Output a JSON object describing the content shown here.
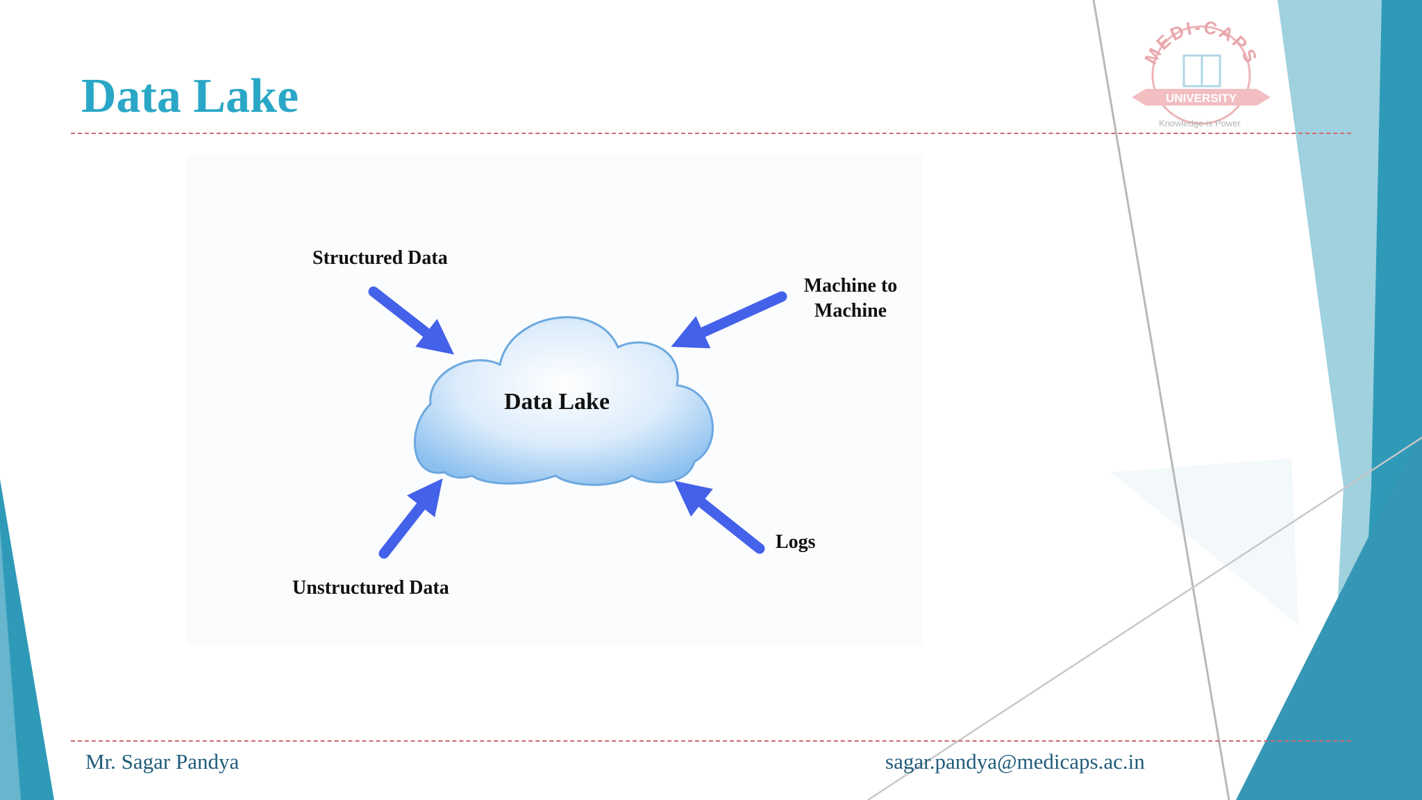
{
  "slide": {
    "title": "Data Lake",
    "footer": {
      "author": "Mr. Sagar Pandya",
      "email": "sagar.pandya@medicaps.ac.in"
    }
  },
  "logo": {
    "name": "MEDI-CAPS",
    "banner": "UNIVERSITY",
    "tagline": "Knowledge is Power"
  },
  "diagram": {
    "center": "Data Lake",
    "sources": [
      {
        "label": "Structured Data"
      },
      {
        "label_line1": "Machine to",
        "label_line2": "Machine"
      },
      {
        "label": "Unstructured Data"
      },
      {
        "label": "Logs"
      }
    ],
    "arrow_color": "#4461ea"
  },
  "theme": {
    "accent": "#2aa7c6",
    "rule_color": "#d06a72",
    "decor_teal": "#3a9fbd"
  }
}
